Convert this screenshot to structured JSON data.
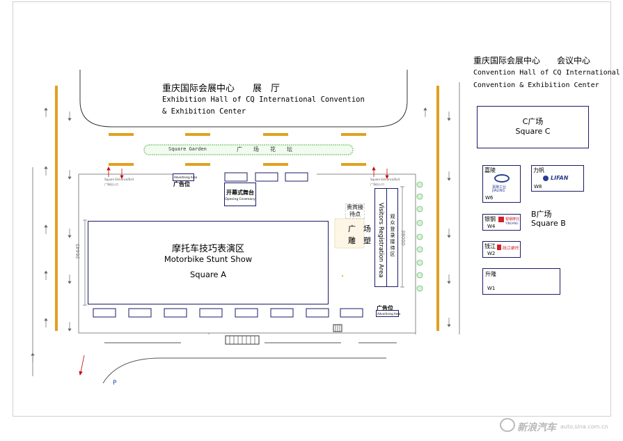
{
  "hall": {
    "title_cn": "重庆国际会展中心　　展　厅",
    "title_en_1": "Exhibition Hall of CQ International Convention",
    "title_en_2": "& Exhibition Center"
  },
  "convention": {
    "title_cn": "重庆国际会展中心　　会议中心",
    "title_en_1": "Convention Hall of CQ International",
    "title_en_2": "Convention & Exhibition Center"
  },
  "garden": {
    "label_en": "Square Garden",
    "label_cn": "广　　场　　花　　坛"
  },
  "square_a": {
    "title_cn": "摩托车技巧表演区",
    "title_en": "Motorbike Stunt Show",
    "name": "Square A",
    "dimension": "36445"
  },
  "opening": {
    "label_cn": "开幕式舞台",
    "label_en": "Opening Ceremony"
  },
  "ad_top": {
    "label_en": "Advertising Area",
    "label_cn": "广告位"
  },
  "ad_bottom": {
    "label_cn": "广告位",
    "label_en": "Advertising Area"
  },
  "entry_left": {
    "label_en": "Square Entrance/Exit",
    "label_cn": "广场出入口"
  },
  "entry_right": {
    "label_en": "Square Entrance/Exit",
    "label_cn": "广场出入口"
  },
  "reception": {
    "label": "贵宾接待点"
  },
  "sculpture": {
    "line1": "广　场",
    "line2": "雕　塑"
  },
  "visitors": {
    "label_cn": "观众登录接待区",
    "label_en": "Visitors Registration Area",
    "dimension": "38000"
  },
  "square_c": {
    "title_cn": "C广场",
    "name": "Square C"
  },
  "square_b": {
    "title_cn": "B广场",
    "name": "Square B"
  },
  "booths": [
    {
      "brand": "嘉陵",
      "code": "W6",
      "logo": "JIALING",
      "logo_cn": "嘉陵工业",
      "color": "#2a3d8f"
    },
    {
      "brand": "力帆",
      "code": "W8",
      "logo": "LIFAN",
      "color": "#2a3d8f"
    },
    {
      "brand": "银钢",
      "code": "W4",
      "logo": "YINGANG",
      "logo_cn": "银钢摩托",
      "color": "#d0202a"
    },
    {
      "brand": "钱江",
      "code": "W2",
      "logo_cn": "钱江摩托",
      "color": "#d0202a"
    },
    {
      "brand": "升隆",
      "code": "W1"
    }
  ],
  "parking": {
    "label": "P"
  },
  "watermark": {
    "brand_cn": "新浪汽车",
    "site": "auto.sina.com.cn"
  },
  "colors": {
    "road_marking": "#e0a020",
    "garden_green": "#8bcf86",
    "booth_border": "#1a1a66",
    "arrow_red": "#cc0000"
  }
}
